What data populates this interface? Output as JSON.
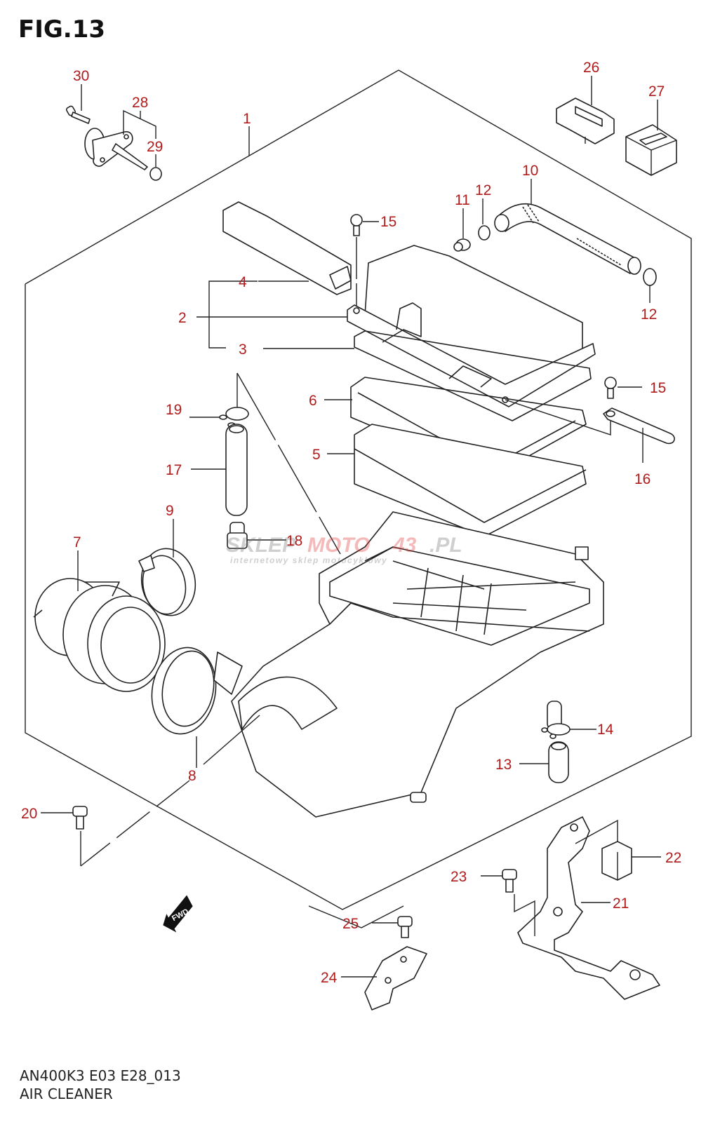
{
  "figure": {
    "title": "FIG.13",
    "model_code": "AN400K3 E03 E28_013",
    "section_name": "AIR CLEANER"
  },
  "label_color": "#b01c1c",
  "watermark": {
    "brand_prefix": "SKLEP",
    "brand_mid": "MOTO",
    "brand_num": "43",
    "brand_suffix": ".PL",
    "tagline": "internetowy sklep motocyklowy"
  },
  "direction_badge": {
    "icon": "fwd-arrow-icon",
    "label": "FWD"
  },
  "callouts": [
    {
      "id": "1",
      "text": "1"
    },
    {
      "id": "2",
      "text": "2"
    },
    {
      "id": "3",
      "text": "3"
    },
    {
      "id": "4",
      "text": "4"
    },
    {
      "id": "5",
      "text": "5"
    },
    {
      "id": "6",
      "text": "6"
    },
    {
      "id": "7",
      "text": "7"
    },
    {
      "id": "8",
      "text": "8"
    },
    {
      "id": "9",
      "text": "9"
    },
    {
      "id": "10",
      "text": "10"
    },
    {
      "id": "11",
      "text": "11"
    },
    {
      "id": "12a",
      "text": "12"
    },
    {
      "id": "12b",
      "text": "12"
    },
    {
      "id": "13",
      "text": "13"
    },
    {
      "id": "14",
      "text": "14"
    },
    {
      "id": "15a",
      "text": "15"
    },
    {
      "id": "15b",
      "text": "15"
    },
    {
      "id": "16",
      "text": "16"
    },
    {
      "id": "17",
      "text": "17"
    },
    {
      "id": "18",
      "text": "18"
    },
    {
      "id": "19",
      "text": "19"
    },
    {
      "id": "20",
      "text": "20"
    },
    {
      "id": "21",
      "text": "21"
    },
    {
      "id": "22",
      "text": "22"
    },
    {
      "id": "23",
      "text": "23"
    },
    {
      "id": "24",
      "text": "24"
    },
    {
      "id": "25",
      "text": "25"
    },
    {
      "id": "26",
      "text": "26"
    },
    {
      "id": "27",
      "text": "27"
    },
    {
      "id": "28",
      "text": "28"
    },
    {
      "id": "29",
      "text": "29"
    },
    {
      "id": "30",
      "text": "30"
    }
  ]
}
